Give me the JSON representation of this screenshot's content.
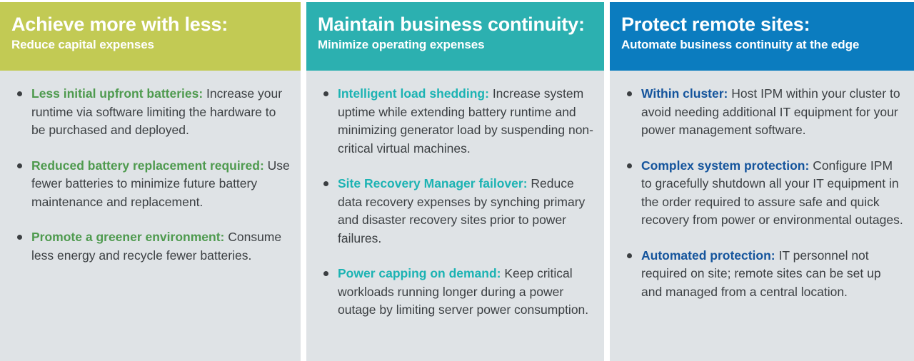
{
  "palette": {
    "page_background": "#ffffff",
    "panel_background": "#dfe3e6",
    "column_1_header": "#c2ca54",
    "column_2_header": "#2cb0b0",
    "column_3_header": "#0b7cbf",
    "column_1_accent": "#4e9a4e",
    "column_2_accent": "#1cb3b3",
    "column_3_accent": "#14549c",
    "body_text": "#3b3f42",
    "header_text": "#ffffff"
  },
  "columns": [
    {
      "id": "achieve-more-with-less",
      "title": "Achieve more with less:",
      "subtitle": "Reduce capital expenses",
      "bullets": [
        {
          "head": "Less initial upfront batteries:",
          "body": " Increase your runtime via software limiting the hardware to be purchased and deployed."
        },
        {
          "head": "Reduced battery replacement required:",
          "body": " Use fewer batteries to minimize future battery maintenance and replacement."
        },
        {
          "head": "Promote a greener environment:",
          "body": " Consume less energy and recycle fewer batteries."
        }
      ]
    },
    {
      "id": "maintain-business-continuity",
      "title": "Maintain business continuity:",
      "subtitle": "Minimize operating expenses",
      "bullets": [
        {
          "head": "Intelligent load shedding:",
          "body": " Increase system uptime while extending battery runtime and minimizing generator load by suspending non-critical virtual machines."
        },
        {
          "head": "Site Recovery Manager failover:",
          "body": " Reduce data recovery expenses by synching primary and disaster recovery sites prior to power failures."
        },
        {
          "head": "Power capping on demand:",
          "body": " Keep critical workloads running longer during a power outage by limiting server power consumption."
        }
      ]
    },
    {
      "id": "protect-remote-sites",
      "title": "Protect remote sites:",
      "subtitle": "Automate business continuity at the edge",
      "bullets": [
        {
          "head": "Within cluster:",
          "body": " Host IPM within your cluster to avoid needing additional IT equipment for your power management software."
        },
        {
          "head": "Complex system protection:",
          "body": " Configure IPM to gracefully shutdown all your IT equipment in the order required to assure safe and quick recovery from power or environmental outages."
        },
        {
          "head": "Automated protection:",
          "body": " IT personnel not required on site; remote sites can be set up and managed from a central location."
        }
      ]
    }
  ]
}
